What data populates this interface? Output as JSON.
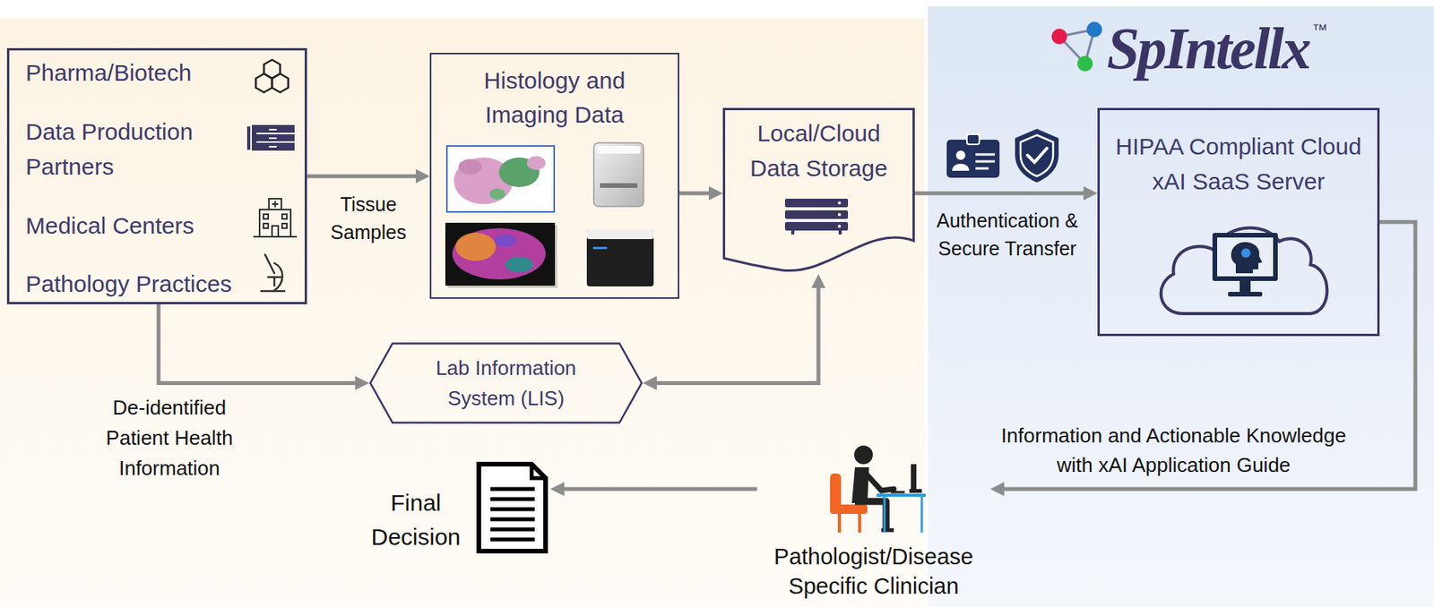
{
  "diagram": {
    "nodes": [
      {
        "text": [
          "Pharma/Biotech",
          "Data Production Partners",
          "Medical Centers",
          "Pathology Practices"
        ]
      },
      {
        "text": [
          "Histology and Imaging Data"
        ]
      },
      {
        "text": [
          "Local/Cloud Data Storage"
        ]
      },
      {
        "text": [
          "HIPAA Compliant Cloud xAI SaaS Server"
        ]
      },
      {
        "text": [
          "Lab Information System (LIS)"
        ]
      },
      {
        "text": [
          "Pathologist/Disease Specific Clinician"
        ]
      },
      {
        "text": [
          "Final Decision"
        ]
      }
    ],
    "edges": [
      {
        "from": 0,
        "to": 1,
        "arrow": "to",
        "label": "Tissue Samples"
      },
      {
        "from": 1,
        "to": 2,
        "arrow": "to"
      },
      {
        "from": 2,
        "to": 3,
        "arrow": "to",
        "label": "Authentication & Secure Transfer"
      },
      {
        "from": 0,
        "to": 4,
        "arrow": "to",
        "label": "De-identified Patient Health Information"
      },
      {
        "from": 4,
        "to": 2,
        "arrow": "both"
      },
      {
        "from": 3,
        "to": 5,
        "arrow": "to",
        "label": "Information and Actionable Knowledge with xAI Application Guide"
      },
      {
        "from": 5,
        "to": 6,
        "arrow": "to"
      }
    ],
    "labels": [
      "SpIntellx",
      "™"
    ]
  }
}
